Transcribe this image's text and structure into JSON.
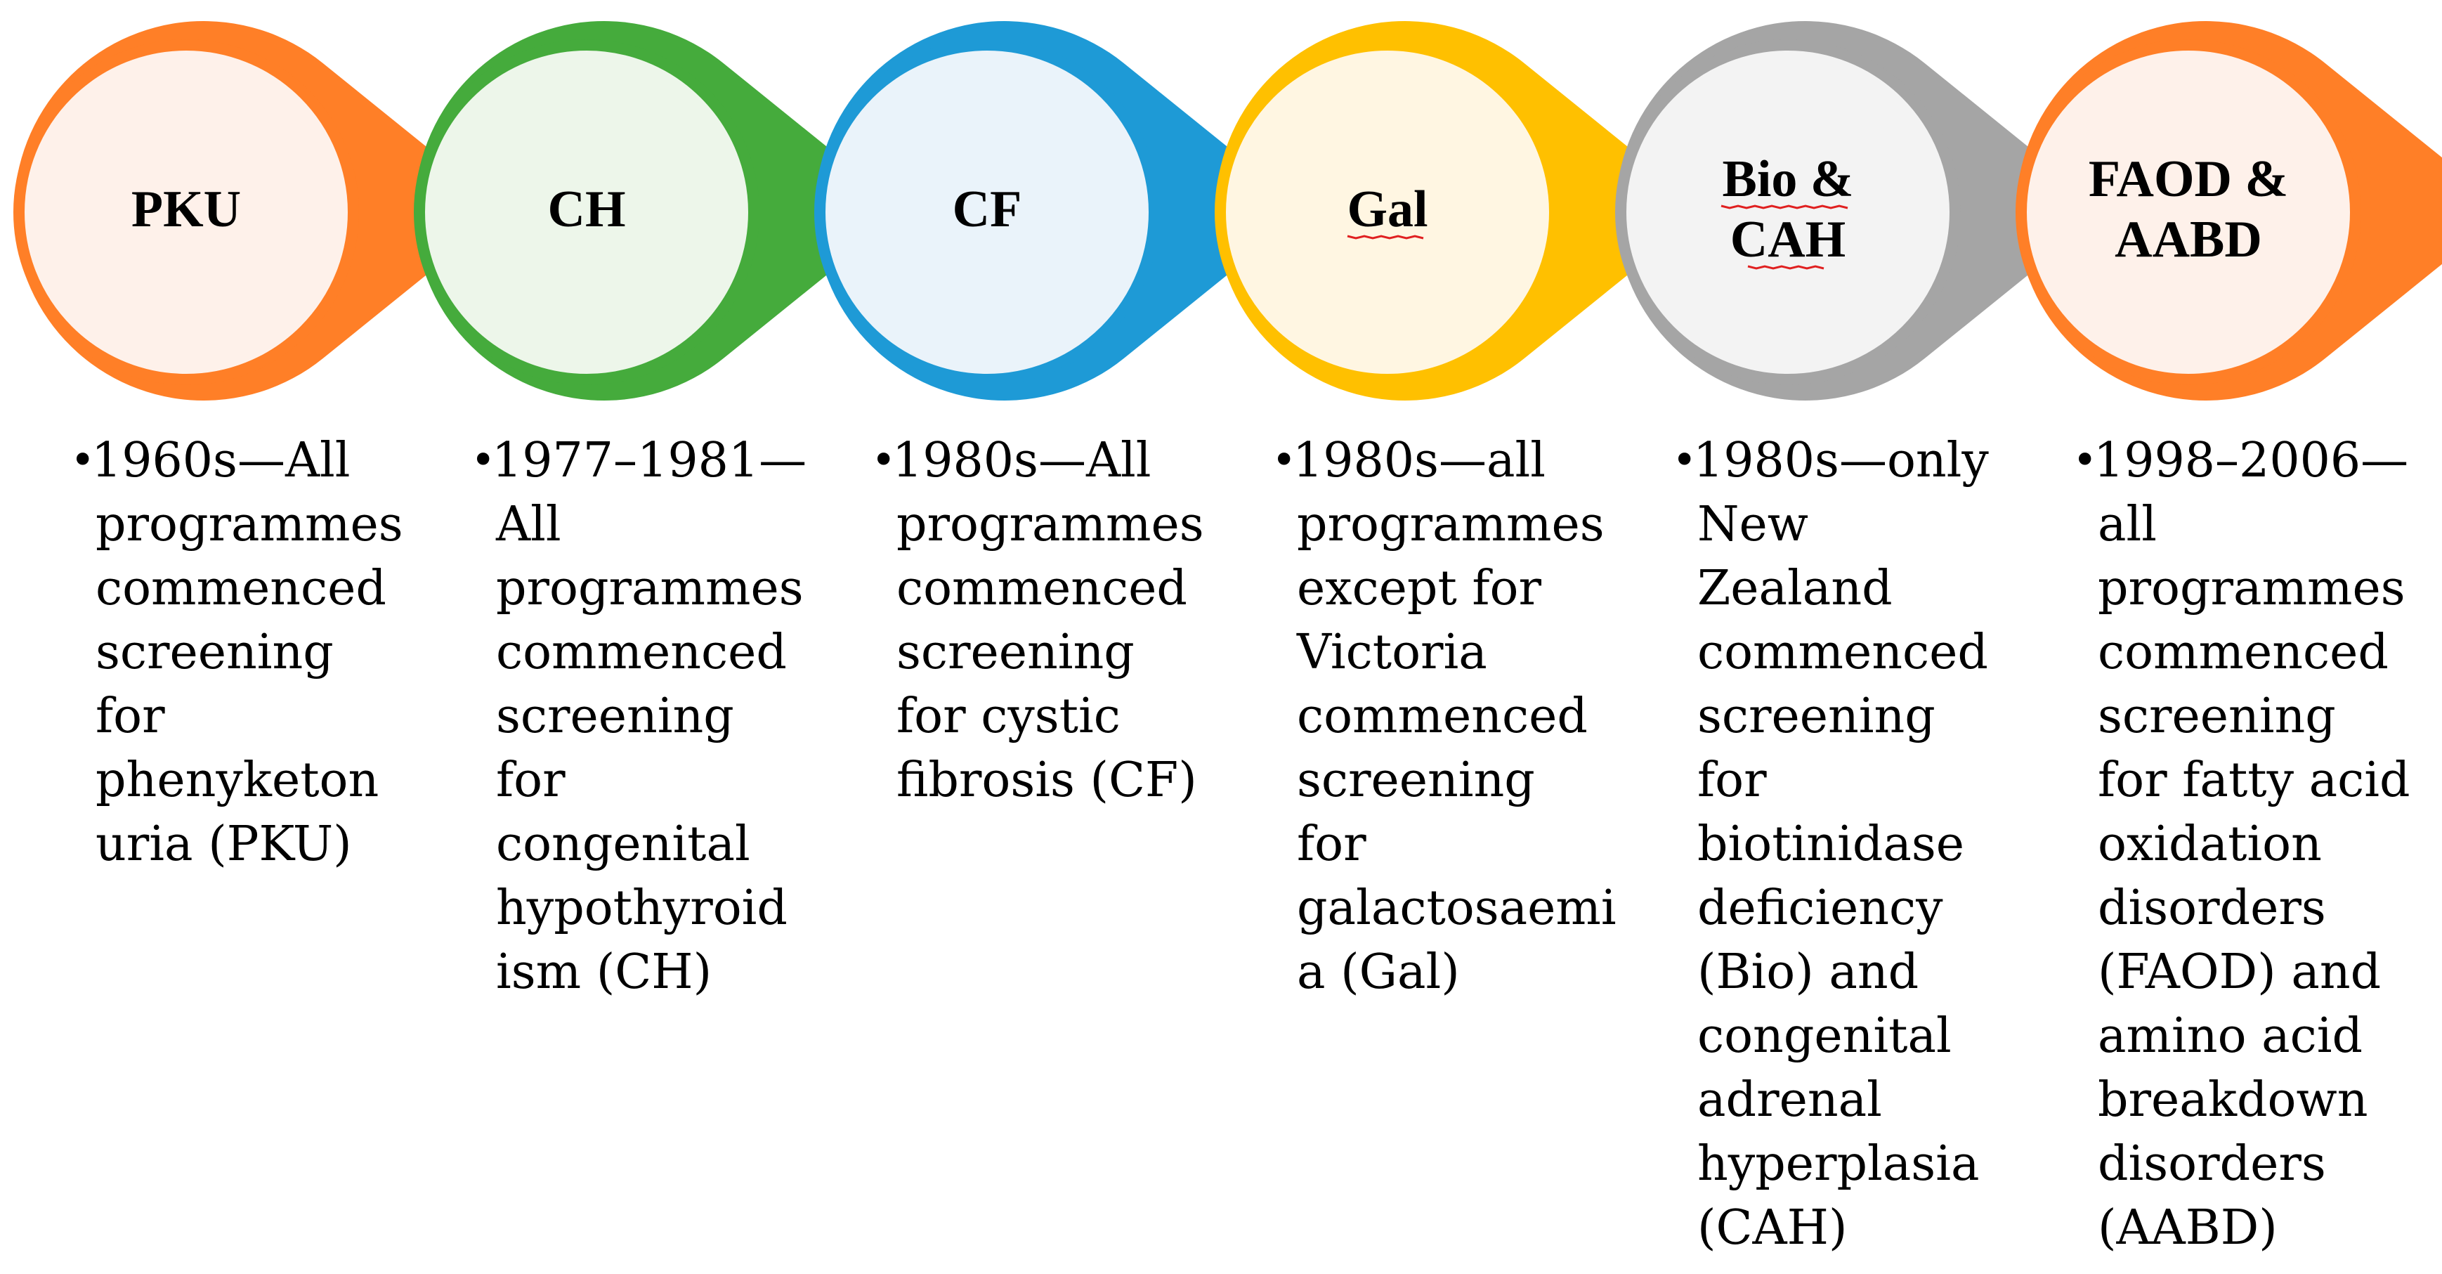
{
  "milestones": [
    {
      "abbr_lines": [
        "PKU"
      ],
      "color": "#FF7F27",
      "fill": "#FEF1EA",
      "underline": false,
      "description_lines": [
        "1960s—All",
        "programmes",
        "commenced",
        "screening",
        "for",
        "phenyketon",
        "uria (PKU)"
      ]
    },
    {
      "abbr_lines": [
        "CH"
      ],
      "color": "#45AB3C",
      "fill": "#EDF6EA",
      "underline": false,
      "description_lines": [
        "1977–1981—",
        "All",
        "programmes",
        "commenced",
        "screening",
        "for",
        "congenital",
        "hypothyroid",
        "ism (CH)"
      ]
    },
    {
      "abbr_lines": [
        "CF"
      ],
      "color": "#1E9AD6",
      "fill": "#EAF3FA",
      "underline": false,
      "description_lines": [
        "1980s—All",
        "programmes",
        "commenced",
        "screening",
        "for cystic",
        "fibrosis (CF)"
      ]
    },
    {
      "abbr_lines": [
        "Gal"
      ],
      "color": "#FFC000",
      "fill": "#FFF6E2",
      "underline": true,
      "description_lines": [
        "1980s—all",
        "programmes",
        "except for",
        "Victoria",
        "commenced",
        "screening",
        "for",
        "galactosaemi",
        "a (Gal)"
      ]
    },
    {
      "abbr_lines": [
        "Bio &",
        "CAH"
      ],
      "color": "#A5A5A5",
      "fill": "#F3F3F3",
      "underline": true,
      "description_lines": [
        "1980s—only",
        "New",
        "Zealand",
        "commenced",
        "screening",
        "for",
        "biotinidase",
        "deficiency",
        "(Bio) and",
        "congenital",
        "adrenal",
        "hyperplasia",
        "(CAH)"
      ]
    },
    {
      "abbr_lines": [
        "FAOD &",
        "AABD"
      ],
      "color": "#FF7F27",
      "fill": "#FEF1EA",
      "underline": false,
      "description_lines": [
        "1998–2006—",
        "all",
        "programmes",
        "commenced",
        "screening",
        "for fatty acid",
        "oxidation",
        "disorders",
        "(FAOD) and",
        "amino acid",
        "breakdown",
        "disorders",
        "(AABD)"
      ]
    }
  ],
  "bullet_char": "•",
  "underline_color": "#E02020"
}
